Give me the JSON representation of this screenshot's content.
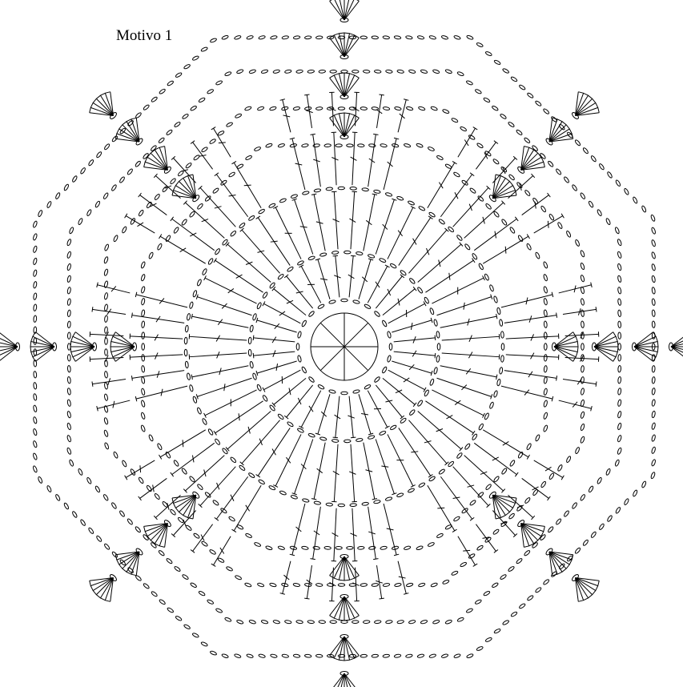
{
  "title": "Motivo 1",
  "colors": {
    "ink": "#000000",
    "paper": "#ffffff"
  },
  "pattern": {
    "center": "magic-ring",
    "sectors": 8,
    "stitch_types": [
      "chain",
      "treble",
      "double-treble",
      "fan"
    ],
    "rounds": [
      {
        "round": 1,
        "kind": "chain-ring"
      },
      {
        "round": 2,
        "kind": "treble-spokes"
      },
      {
        "round": 3,
        "kind": "chain-ring"
      },
      {
        "round": 4,
        "kind": "treble-spokes"
      },
      {
        "round": 5,
        "kind": "chain-ring"
      },
      {
        "round": 6,
        "kind": "treble-spokes"
      },
      {
        "round": 7,
        "kind": "chain-ring"
      },
      {
        "round": 8,
        "kind": "treble-spokes"
      },
      {
        "round": 9,
        "kind": "fan-chain-ring"
      },
      {
        "round": 10,
        "kind": "fan-chain-ring"
      },
      {
        "round": 11,
        "kind": "fan-chain-ring"
      },
      {
        "round": 12,
        "kind": "fan-chain-ring"
      }
    ]
  }
}
